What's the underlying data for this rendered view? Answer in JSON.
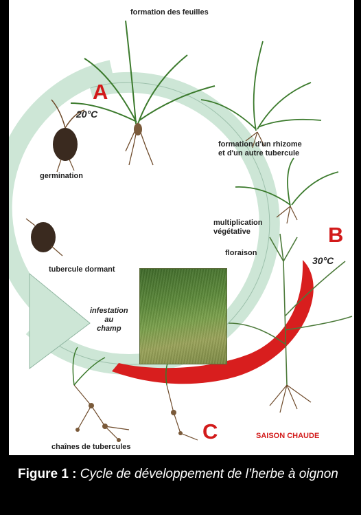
{
  "stages": {
    "formation_feuilles": "formation des feuilles",
    "formation_rhizome": "formation d'un rhizome\net d'un autre tubercule",
    "multiplication": "multiplication\nvégétative",
    "floraison": "floraison",
    "germination": "germination",
    "tubercule_dormant": "tubercule dormant",
    "infestation": "infestation\nau\nchamp",
    "chaines": "chaînes de tubercules"
  },
  "markers": {
    "a": "A",
    "b": "B",
    "c": "C"
  },
  "temperatures": {
    "a": "20°C",
    "b": "30°C"
  },
  "season": "SAISON CHAUDE",
  "caption": {
    "label": "Figure 1 :",
    "text": "Cycle de développement de l’herbe à oignon"
  },
  "colors": {
    "cycle_arrow": "#cde6d6",
    "cycle_arrow_stroke": "#8fb5a0",
    "warm_season_arrow": "#d81e1e",
    "marker_red": "#d21a1a",
    "plant_green": "#3b7a2c",
    "root_brown": "#6e4a2a"
  }
}
